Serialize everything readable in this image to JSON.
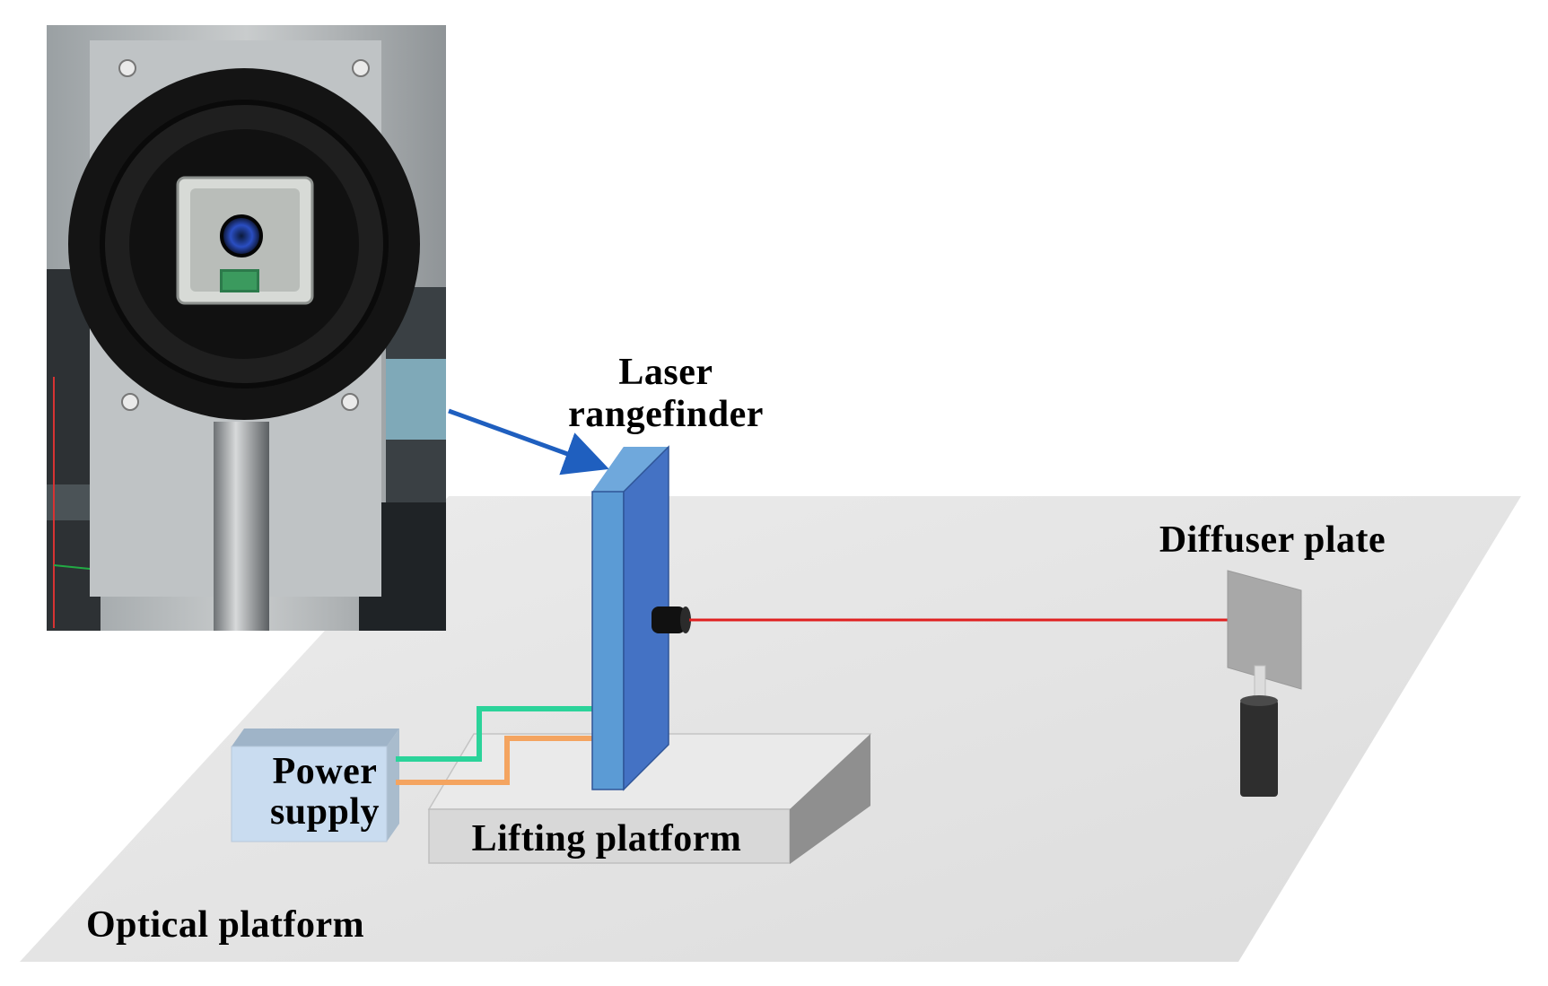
{
  "labels": {
    "laser_line1": "Laser",
    "laser_line2": "rangefinder",
    "diffuser": "Diffuser plate",
    "power_line1": "Power",
    "power_line2": "supply",
    "lifting": "Lifting platform",
    "optical": "Optical platform"
  },
  "colors": {
    "platform_fill": "#e1e1e1",
    "rangefinder_front": "#5b9bd5",
    "rangefinder_side": "#4472c4",
    "arrow": "#1f5fbf",
    "laser_beam": "#e02020",
    "cable_green": "#2bd39a",
    "cable_orange": "#f4a460",
    "power_box": "#c9dcf0",
    "lifting_front": "#d8d8d8",
    "lifting_side": "#9a9a9a",
    "diffuser_plate": "#a8a8a8",
    "post_dark": "#2e2e2e"
  },
  "photo": {
    "description_icon": "laser-rangefinder-photo"
  }
}
